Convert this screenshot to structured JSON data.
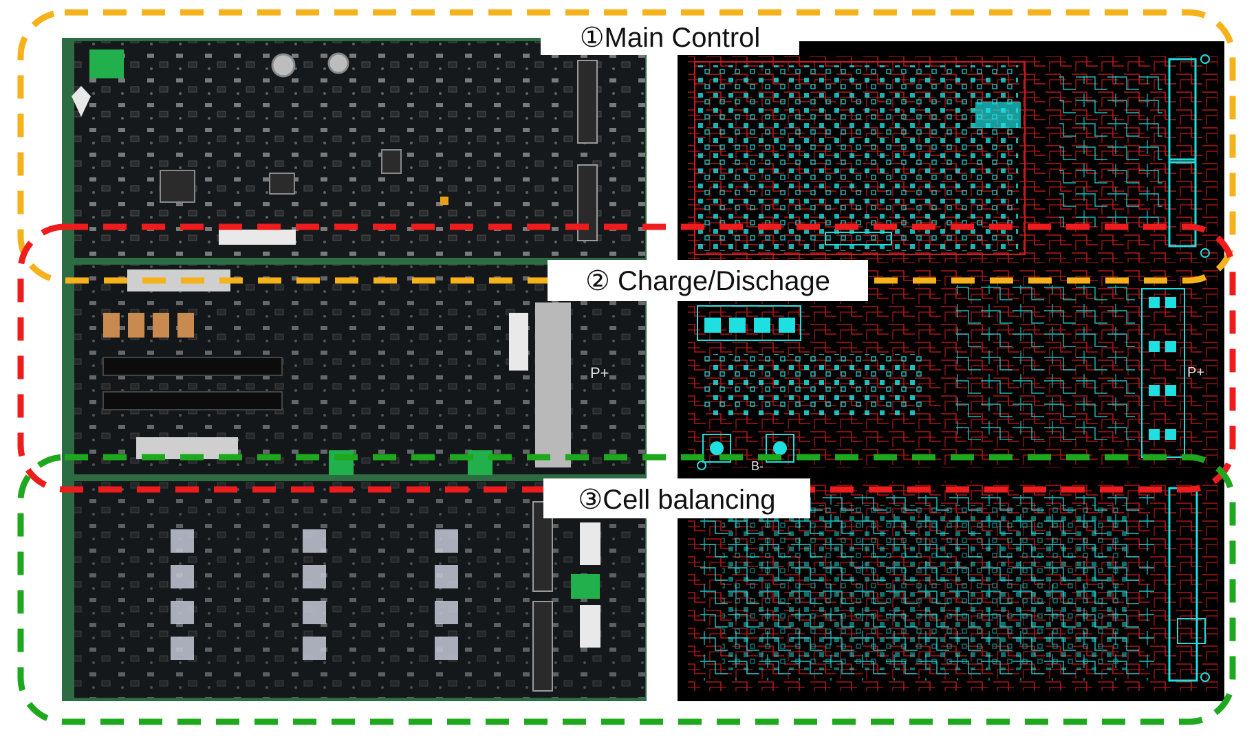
{
  "sections": [
    {
      "key": "main",
      "label": "①Main Control",
      "color": "#f5b21a"
    },
    {
      "key": "charge",
      "label": "② Charge/Dischage",
      "color": "#ee1c1c"
    },
    {
      "key": "cell",
      "label": "③Cell balancing",
      "color": "#1ea81e"
    }
  ],
  "board_labels": {
    "photo_p_plus": "P+",
    "layout_p_plus": "P+",
    "layout_b_minus": "B-"
  },
  "colors": {
    "pcb_photo": "#16191c",
    "pcb_photo_edge": "#2d6b43",
    "layout_bg": "#000000",
    "trace_red": "#d11a1a",
    "trace_cyan": "#1ee0e0"
  }
}
